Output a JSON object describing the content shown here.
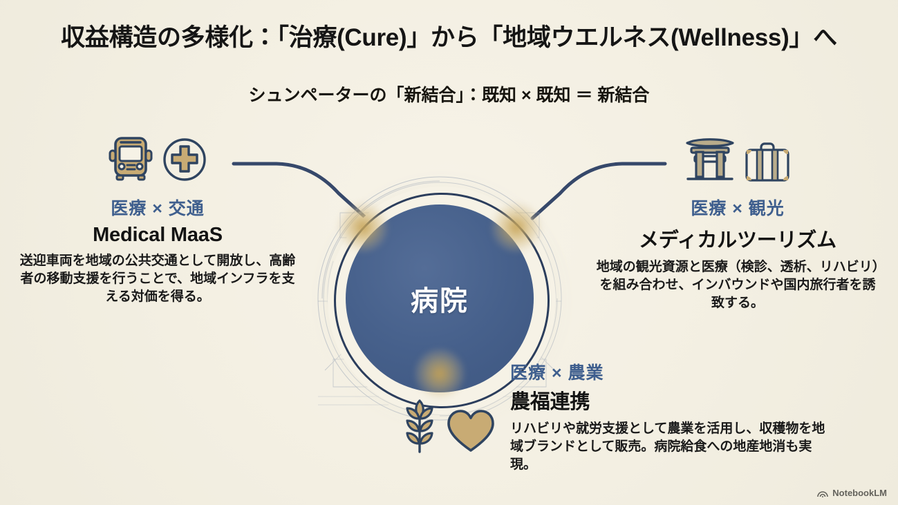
{
  "slide": {
    "title": "収益構造の多様化：「治療(Cure)」から「地域ウエルネス(Wellness)」へ",
    "subtitle": "シュンペーターの「新結合」：既知 × 既知 ＝ 新結合",
    "background_color": "#f4f0e4"
  },
  "hub": {
    "label": "病院",
    "fill_color": "#47618c",
    "ring_color": "#2b3d5c",
    "glow_color": "#c6a356"
  },
  "nodes": [
    {
      "id": "medical-maas",
      "kicker": "医療 × 交通",
      "title": "Medical MaaS",
      "body": "送迎車両を地域の公共交通として開放し、高齢者の移動支援を行うことで、地域インフラを支える対価を得る。",
      "icons": [
        "bus-icon",
        "medical-cross-circle-icon"
      ],
      "kicker_color": "#3f5f8e"
    },
    {
      "id": "medical-tourism",
      "kicker": "医療 × 観光",
      "title": "メディカルツーリズム",
      "body": "地域の観光資源と医療（検診、透析、リハビリ）を組み合わせ、インバウンドや国内旅行者を誘致する。",
      "icons": [
        "torii-gate-icon",
        "suitcase-icon"
      ],
      "kicker_color": "#3f5f8e"
    },
    {
      "id": "agri-welfare",
      "kicker": "医療 × 農業",
      "title": "農福連携",
      "body": "リハビリや就労支援として農業を活用し、収穫物を地域ブランドとして販売。病院給食への地産地消も実現。",
      "icons": [
        "wheat-icon",
        "heart-icon"
      ],
      "kicker_color": "#3f5f8e"
    }
  ],
  "watermark": {
    "label": "NotebookLM",
    "icon": "notebooklm-icon"
  }
}
